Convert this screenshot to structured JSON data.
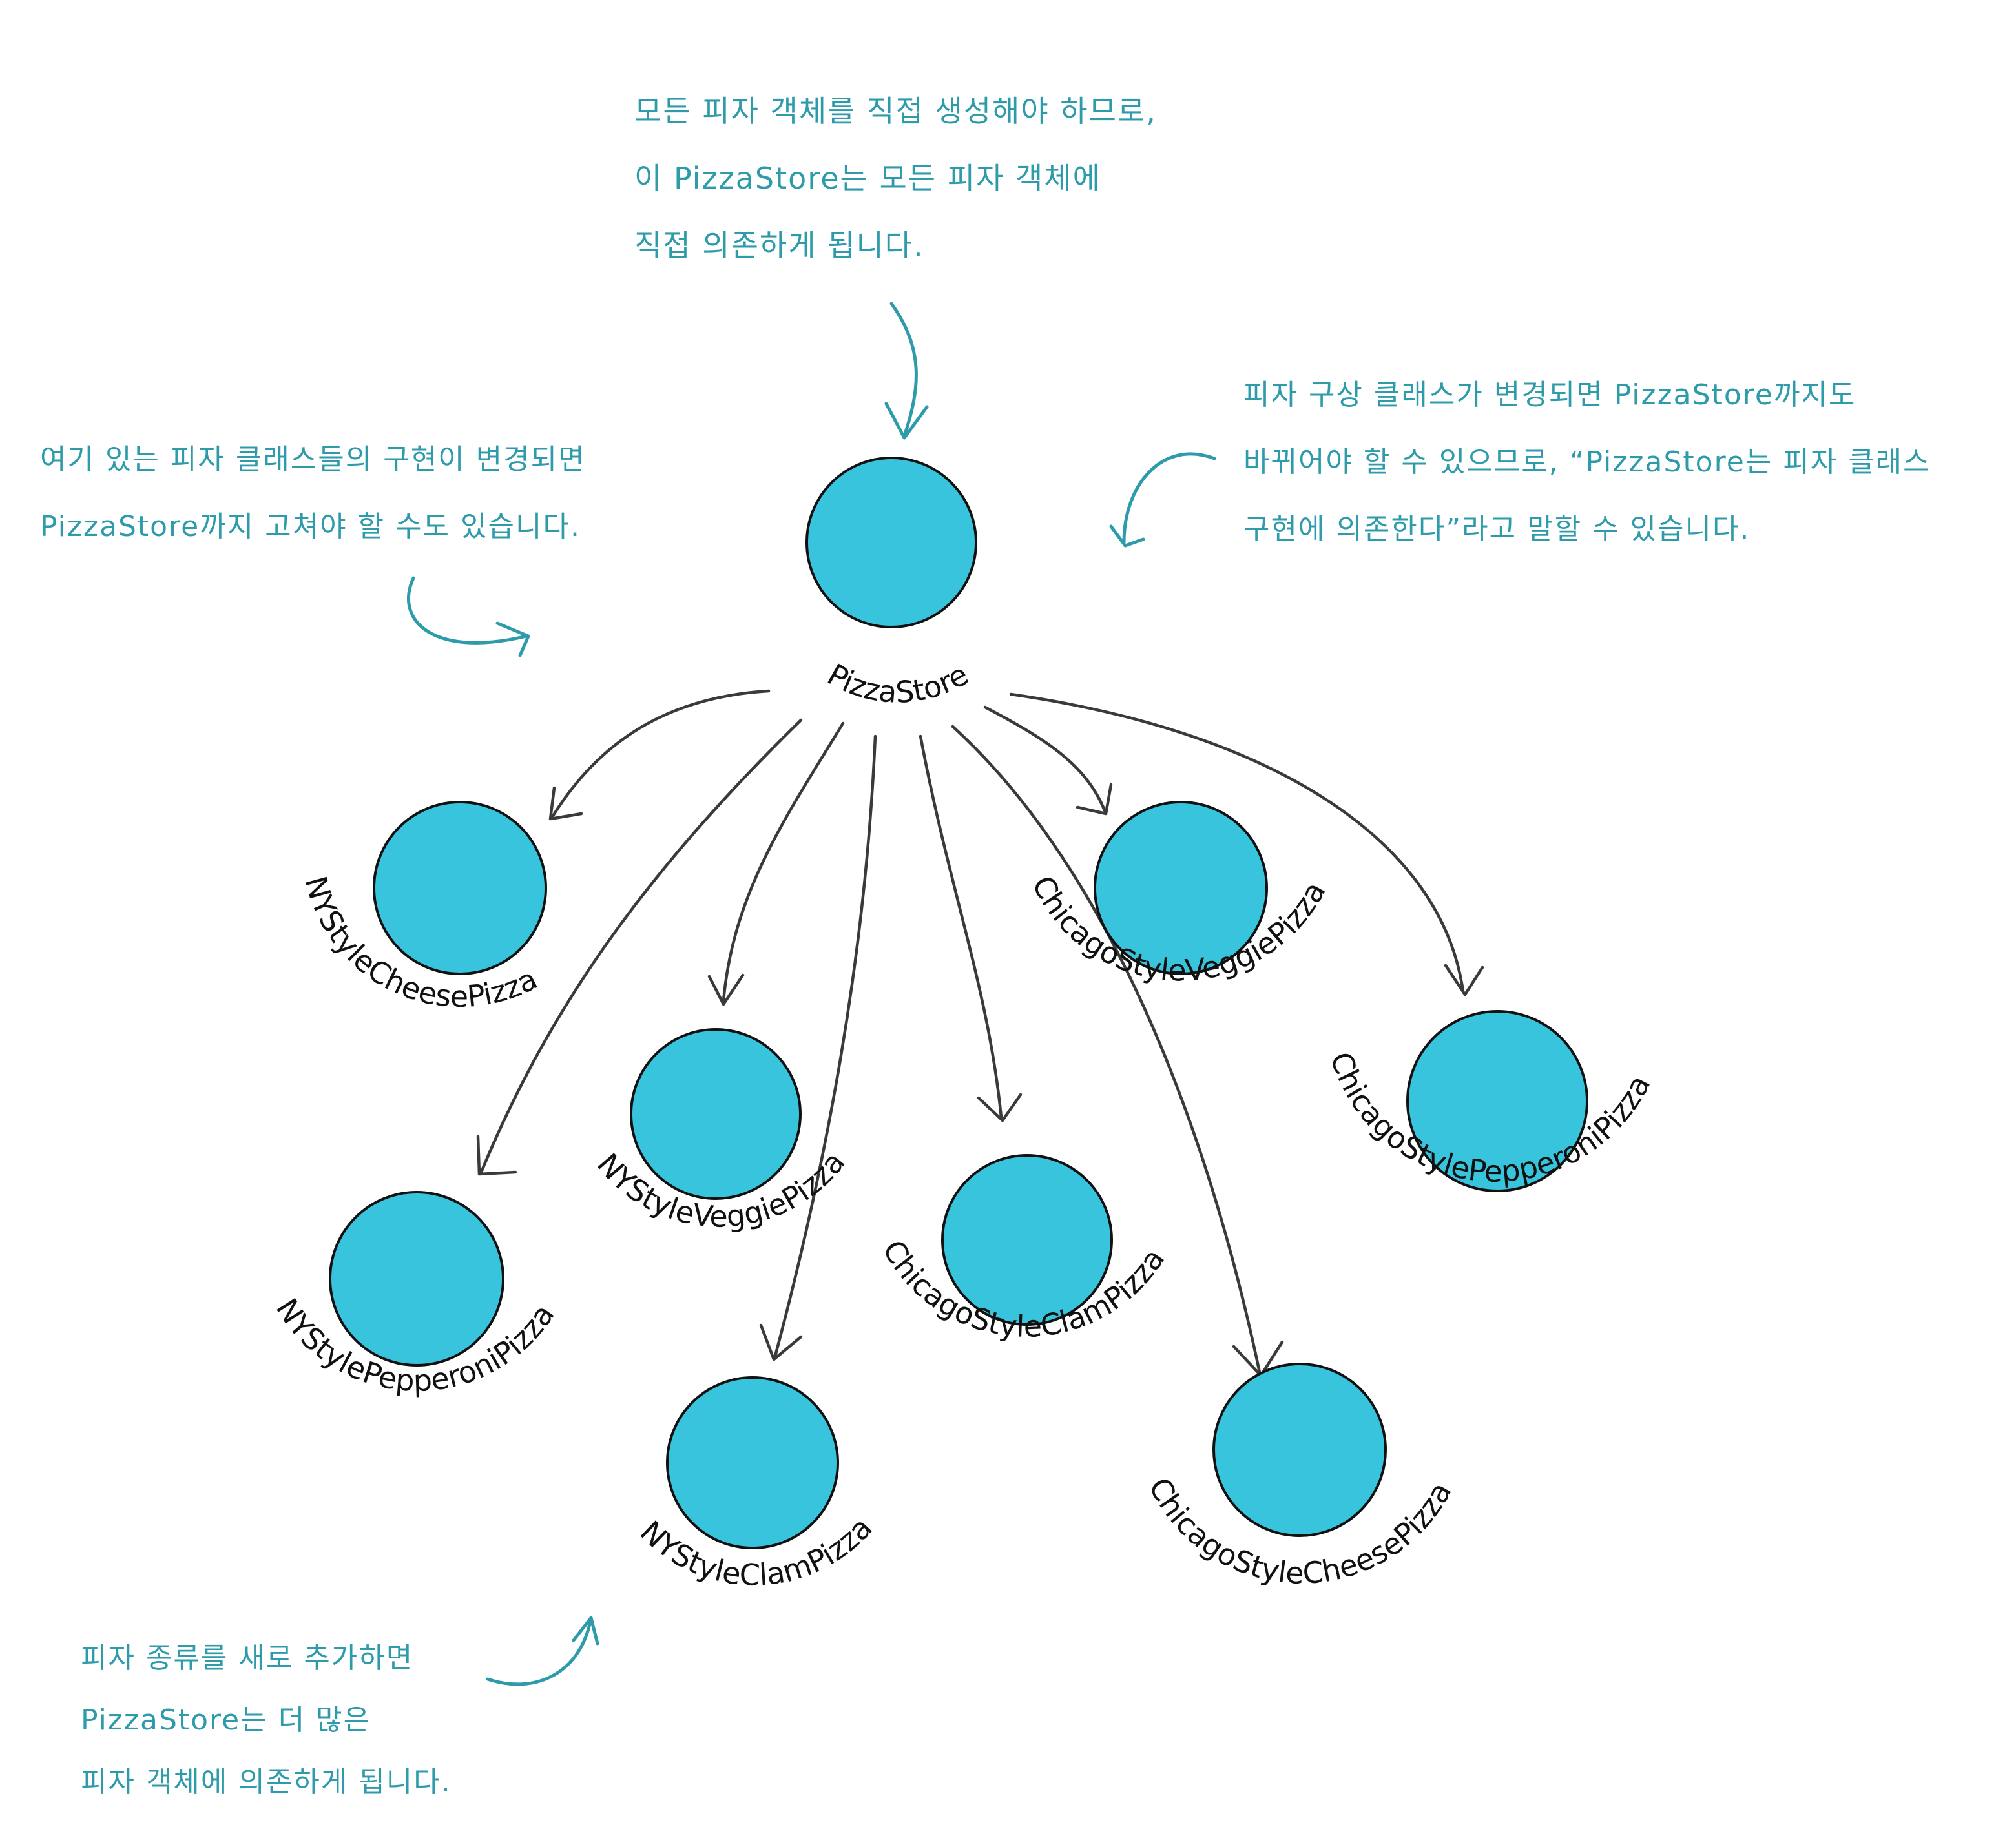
{
  "colors": {
    "node_fill": "#39C4DD",
    "node_stroke": "#111111",
    "annotation": "#2E9BAA",
    "arrow": "#3a3a3a"
  },
  "notes": {
    "top": [
      "모든 피자 객체를 직접 생성해야 하므로,",
      "이 PizzaStore는 모든 피자 객체에",
      "직접 의존하게 됩니다."
    ],
    "left": [
      "여기 있는 피자 클래스들의 구현이 변경되면",
      "PizzaStore까지 고쳐야 할 수도 있습니다."
    ],
    "right": [
      "피자 구상 클래스가 변경되면 PizzaStore까지도",
      "바뀌어야 할 수 있으므로, “PizzaStore는 피자 클래스",
      "구현에 의존한다”라고 말할 수 있습니다."
    ],
    "bottom": [
      "피자 종류를 새로 추가하면",
      "PizzaStore는 더 많은",
      "피자 객체에 의존하게 됩니다."
    ]
  },
  "nodes": {
    "store": "PizzaStore",
    "ny_cheese": "NYStyleCheesePizza",
    "ny_veggie": "NYStyleVeggiePizza",
    "ny_pepperoni": "NYStylePepperoniPizza",
    "ny_clam": "NYStyleClamPizza",
    "chicago_veggie": "ChicagoStyleVeggiePizza",
    "chicago_clam": "ChicagoStyleClamPizza",
    "chicago_pepperoni": "ChicagoStylePepperoniPizza",
    "chicago_cheese": "ChicagoStyleCheesePizza"
  }
}
